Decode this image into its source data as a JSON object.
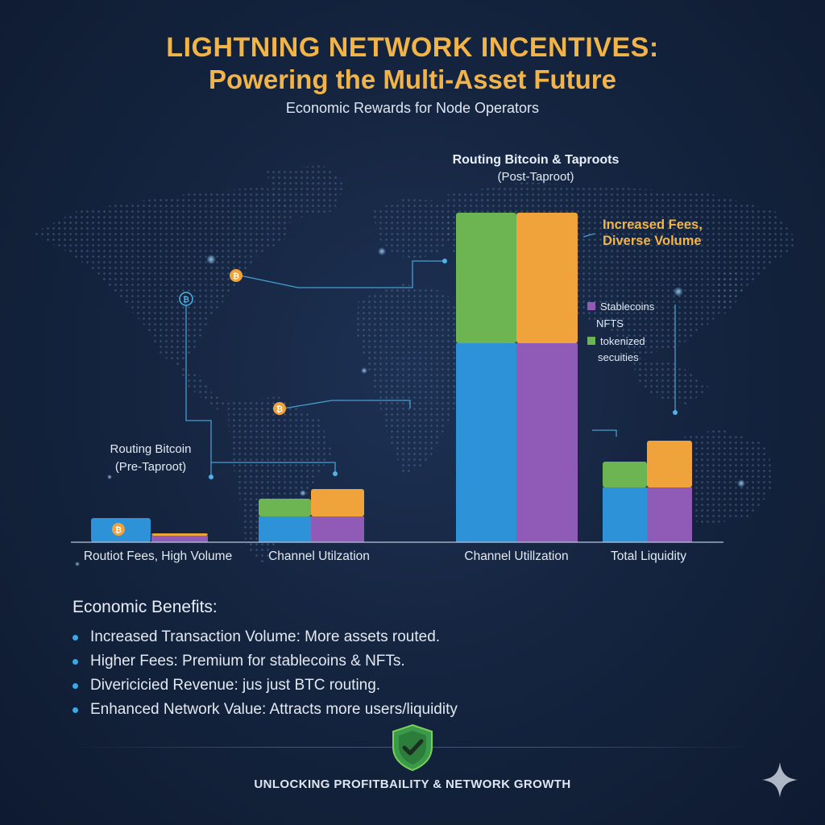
{
  "header": {
    "title_line1": "LIGHTNING NETWORK INCENTIVES:",
    "title_line2": "Powering the Multi-Asset Future",
    "subtitle": "Economic Rewards for Node Operators"
  },
  "colors": {
    "title": "#f2b446",
    "blue": "#2e92d8",
    "purple": "#8f5bb6",
    "green": "#6cb552",
    "orange": "#f0a33a",
    "accent_line": "#4fb3e8",
    "background": "#152540"
  },
  "chart_data": {
    "type": "bar",
    "stacked": true,
    "groups": [
      {
        "category": "Routiot Fees, High Volume",
        "bars": [
          {
            "segments": [
              {
                "color": "blue",
                "value": 30
              }
            ],
            "icon": "bitcoin-coin-icon"
          },
          {
            "segments": [
              {
                "color": "purple",
                "value": 8
              },
              {
                "color": "orange",
                "value": 3
              }
            ]
          }
        ]
      },
      {
        "category": "Channel Utilzation",
        "bars": [
          {
            "segments": [
              {
                "color": "blue",
                "value": 32
              },
              {
                "color": "green",
                "value": 22
              }
            ]
          },
          {
            "segments": [
              {
                "color": "purple",
                "value": 32
              },
              {
                "color": "orange",
                "value": 34
              }
            ]
          }
        ]
      },
      {
        "category": "Channel Utillzation",
        "bars": [
          {
            "segments": [
              {
                "color": "blue",
                "value": 247
              },
              {
                "color": "green",
                "value": 162
              }
            ]
          },
          {
            "segments": [
              {
                "color": "purple",
                "value": 247
              },
              {
                "color": "orange",
                "value": 162
              }
            ]
          }
        ]
      },
      {
        "category": "Total Liquidity",
        "bars": [
          {
            "segments": [
              {
                "color": "blue",
                "value": 68
              },
              {
                "color": "green",
                "value": 32
              }
            ]
          },
          {
            "segments": [
              {
                "color": "purple",
                "value": 68
              },
              {
                "color": "orange",
                "value": 58
              }
            ]
          }
        ]
      }
    ],
    "annotations": {
      "pre_taproot_line1": "Routing Bitcoin",
      "pre_taproot_line2": "(Pre-Taproot)",
      "post_taproot_line1": "Routing Bitcoin & Taproots",
      "post_taproot_line2": "(Post-Taproot)",
      "increase_line1": "Increased Fees,",
      "increase_line2": "Diverse Volume"
    },
    "legend": [
      {
        "label": "Stablecoins",
        "color": "purple"
      },
      {
        "label": "NFTS",
        "color": ""
      },
      {
        "label": "tokenized",
        "color": "green"
      },
      {
        "label": "secuities",
        "color": ""
      }
    ]
  },
  "benefits": {
    "heading": "Economic Benefits:",
    "items": [
      "Increased Transaction Volume: More assets routed.",
      "Higher Fees: Premium for stablecoins & NFTs.",
      "Divericicied Revenue: jus just BTC routing.",
      "Enhanced Network Value: Attracts more users/liquidity"
    ]
  },
  "footer": {
    "text": "UNLOCKING PROFITBAILITY & NETWORK GROWTH"
  }
}
